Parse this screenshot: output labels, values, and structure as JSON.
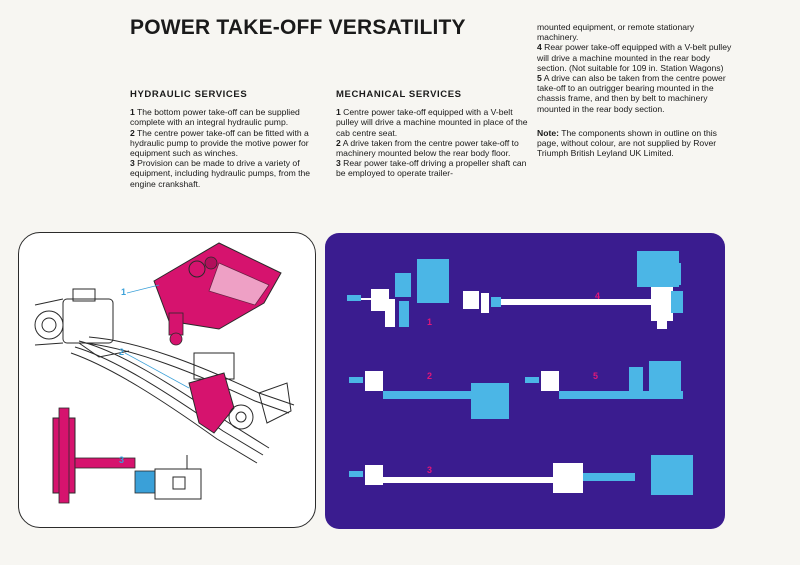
{
  "page": {
    "title": "POWER TAKE-OFF VERSATILITY"
  },
  "hydraulic": {
    "heading": "HYDRAULIC SERVICES",
    "items": [
      {
        "num": "1",
        "text": " The bottom power take-off can be supplied complete with an integral hydraulic pump."
      },
      {
        "num": "2",
        "text": " The centre power take-off can be fitted with a hydraulic pump to provide the motive power for equipment such as winches."
      },
      {
        "num": "3",
        "text": " Provision can be made to drive a variety of equipment, including hydraulic pumps, from the engine crankshaft."
      }
    ]
  },
  "mechanical": {
    "heading": "MECHANICAL SERVICES",
    "items": [
      {
        "num": "1",
        "text": " Centre power take-off equipped with a V-belt pulley will drive a machine mounted in place of the cab centre seat."
      },
      {
        "num": "2",
        "text": " A drive taken from the centre power take-off to machinery mounted below the rear body floor."
      },
      {
        "num": "3",
        "text": " Rear power take-off driving a propeller shaft can be employed to operate trailer-"
      }
    ]
  },
  "continued": {
    "lead": "mounted equipment, or remote stationary machinery.",
    "items": [
      {
        "num": "4",
        "text": " Rear power take-off equipped with a V-belt pulley will drive a machine mounted in the rear body section. (Not suitable for 109 in. Station Wagons)"
      },
      {
        "num": "5",
        "text": " A drive can also be taken from the centre power take-off to an outrigger bearing mounted in the chassis frame, and then by belt to machinery mounted in the rear body section."
      }
    ],
    "note_label": "Note:",
    "note_text": " The components shown in outline on this page, without colour, are not supplied by Rover Triumph British Leyland UK Limited."
  },
  "diagram_left": {
    "labels": [
      "1",
      "2",
      "3"
    ],
    "colors": {
      "magenta": "#d6136e",
      "blue": "#3aa0d8",
      "line": "#2a2a2a"
    }
  },
  "diagram_right": {
    "labels": [
      "1",
      "4",
      "2",
      "5",
      "3"
    ],
    "colors": {
      "bg": "#3a1c8f",
      "cyan": "#4bb6e6",
      "white": "#ffffff",
      "magenta": "#e0177a"
    }
  }
}
